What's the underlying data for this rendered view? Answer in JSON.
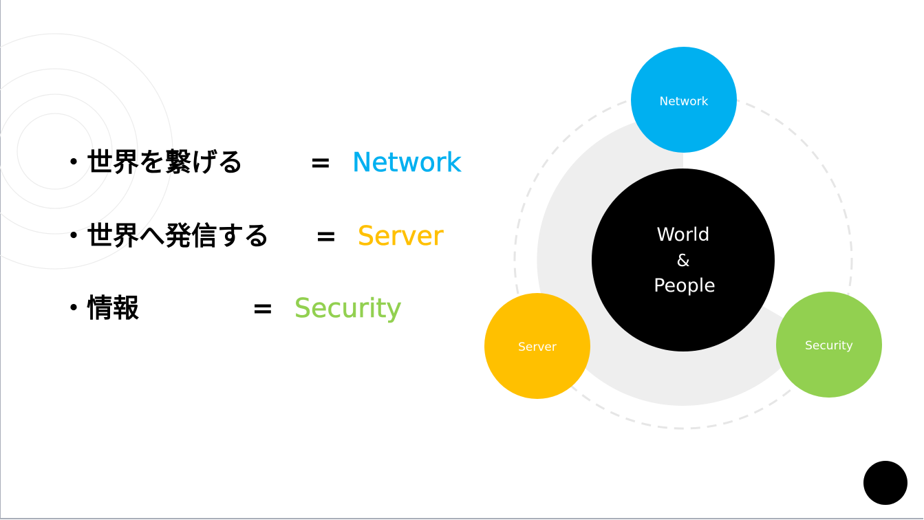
{
  "lines": [
    {
      "jp": "世界を繋げる",
      "eq": "=",
      "en": "Network",
      "color": "#00b0f0"
    },
    {
      "jp": "世界へ発信する",
      "eq": "=",
      "en": "Server",
      "color": "#ffc000"
    },
    {
      "jp": "情報",
      "eq": "=",
      "en": "Security",
      "color": "#92d050"
    }
  ],
  "bullet": "・",
  "diagram": {
    "center": {
      "line1": "World",
      "line2": "&",
      "line3": "People"
    },
    "nodes": [
      {
        "label": "Network",
        "color": "#00b0f0"
      },
      {
        "label": "Server",
        "color": "#ffc000"
      },
      {
        "label": "Security",
        "color": "#92d050"
      }
    ]
  }
}
